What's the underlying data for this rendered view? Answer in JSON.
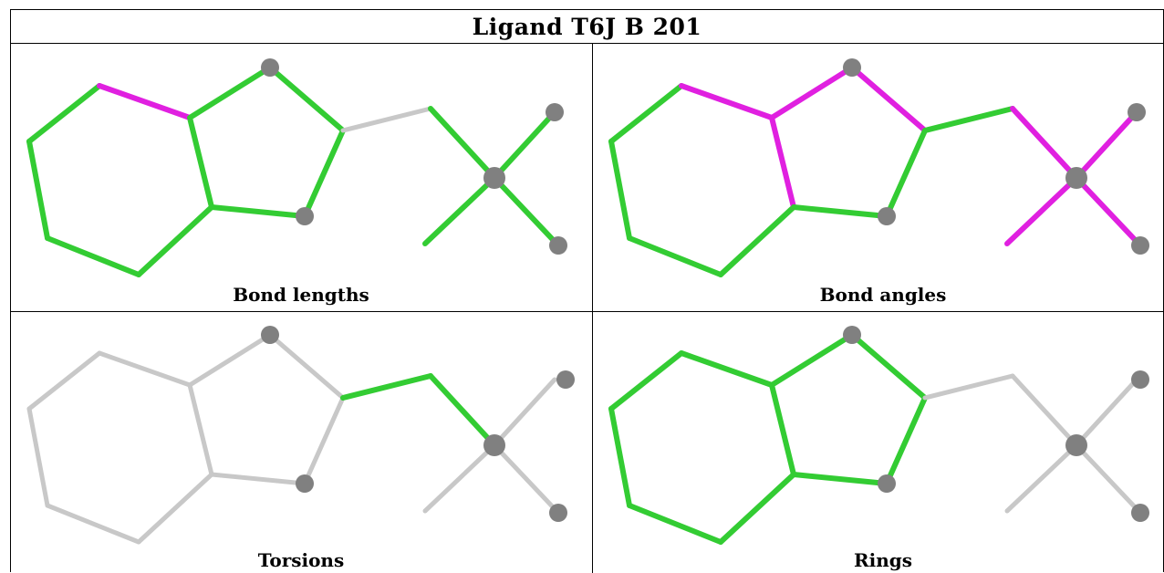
{
  "title": "Ligand T6J B 201",
  "colors": {
    "green": "#33cc33",
    "magenta": "#e020e0",
    "gray_bond": "#c8c8c8",
    "atom": "#808080"
  },
  "panels": [
    {
      "caption": "Bond lengths"
    },
    {
      "caption": "Bond angles"
    },
    {
      "caption": "Torsions"
    },
    {
      "caption": "Rings"
    }
  ]
}
